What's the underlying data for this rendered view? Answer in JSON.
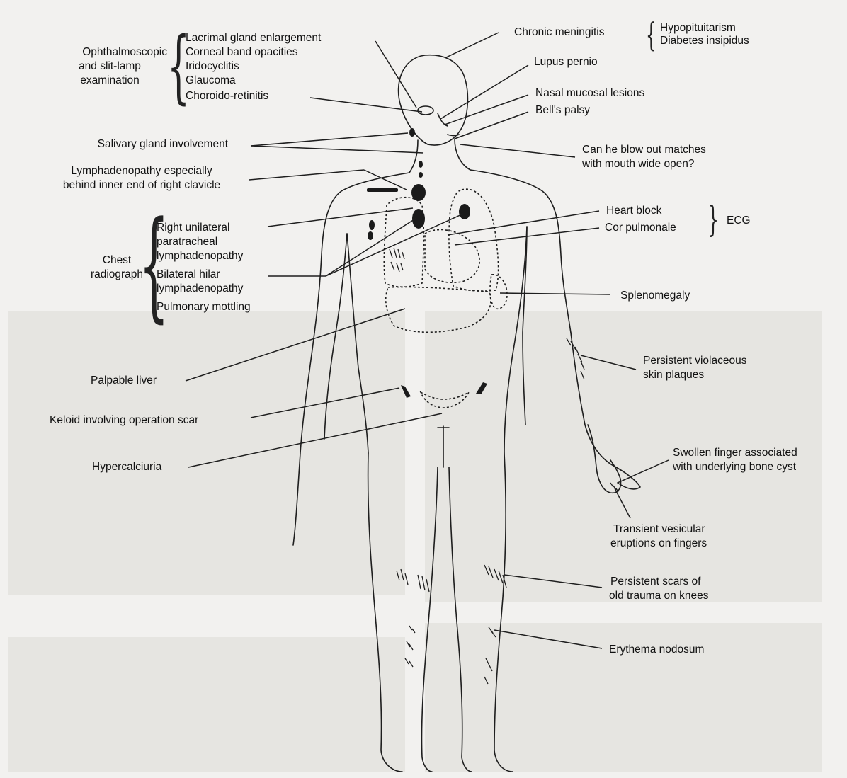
{
  "labels": {
    "ophthalmoscopic": "Ophthalmoscopic",
    "slit_lamp": "and slit-lamp",
    "examination": "examination",
    "lacrimal": "Lacrimal gland enlargement",
    "corneal": "Corneal band opacities",
    "iridocyclitis": "Iridocyclitis",
    "glaucoma": "Glaucoma",
    "choroido": "Choroido-retinitis",
    "meningitis": "Chronic meningitis",
    "hypopituitarism": "Hypopituitarism",
    "diabetes": "Diabetes insipidus",
    "lupus": "Lupus pernio",
    "nasal": "Nasal mucosal lesions",
    "bells": "Bell's palsy",
    "matches_1": "Can he blow out matches",
    "matches_2": "with mouth wide open?",
    "salivary": "Salivary gland involvement",
    "lymph_1": "Lymphadenopathy especially",
    "lymph_2": "behind inner end of right clavicle",
    "heart_block": "Heart block",
    "cor_pulmonale": "Cor pulmonale",
    "ecg": "ECG",
    "chest": "Chest",
    "radiograph": "radiograph",
    "right_uni": "Right unilateral",
    "paratracheal": "paratracheal",
    "lymphadenopathy_a": "lymphadenopathy",
    "bilateral": "Bilateral hilar",
    "lymphadenopathy_b": "lymphadenopathy",
    "mottling": "Pulmonary mottling",
    "splenomegaly": "Splenomegaly",
    "persistent_1": "Persistent violaceous",
    "persistent_2": "skin plaques",
    "liver": "Palpable liver",
    "keloid": "Keloid involving operation scar",
    "hypercalciuria": "Hypercalciuria",
    "swollen_1": "Swollen finger associated",
    "swollen_2": "with underlying bone cyst",
    "transient_1": "Transient vesicular",
    "transient_2": "eruptions on fingers",
    "scars_1": "Persistent scars of",
    "scars_2": "old trauma on knees",
    "erythema": "Erythema nodosum"
  }
}
